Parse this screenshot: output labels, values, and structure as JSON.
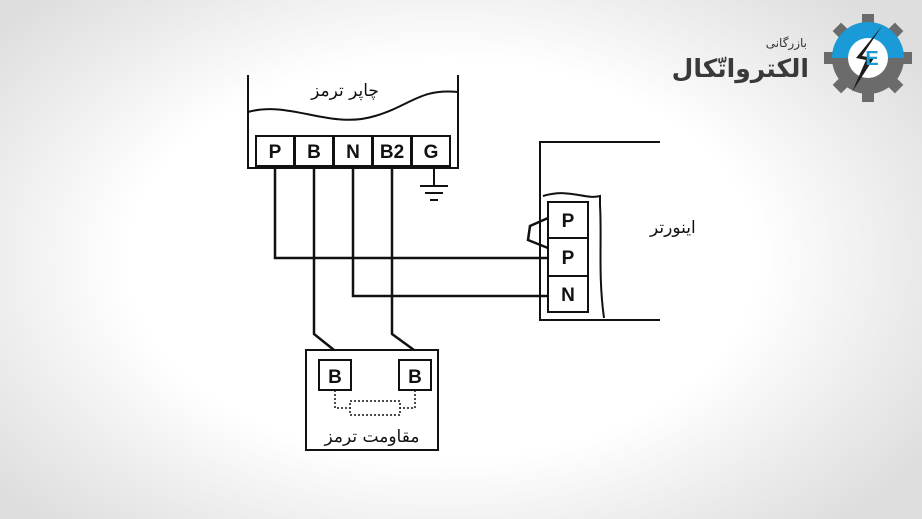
{
  "chopper": {
    "label": "چاپر ترمز",
    "terminals": [
      "P",
      "B",
      "N",
      "B2",
      "G"
    ]
  },
  "inverter": {
    "label": "اینورتر",
    "terminals": [
      "P",
      "P",
      "N"
    ]
  },
  "resistor": {
    "label": "مقاومت ترمز",
    "terminals": [
      "B",
      "B"
    ]
  },
  "logo": {
    "subtitle": "بازرگانی",
    "title": "الکترواتّکال",
    "icon_letter": "E",
    "icon": "gear-lightning-icon"
  },
  "colors": {
    "line": "#111111",
    "logo_blue": "#1a9bd7",
    "logo_gray": "#6b6b6b"
  }
}
